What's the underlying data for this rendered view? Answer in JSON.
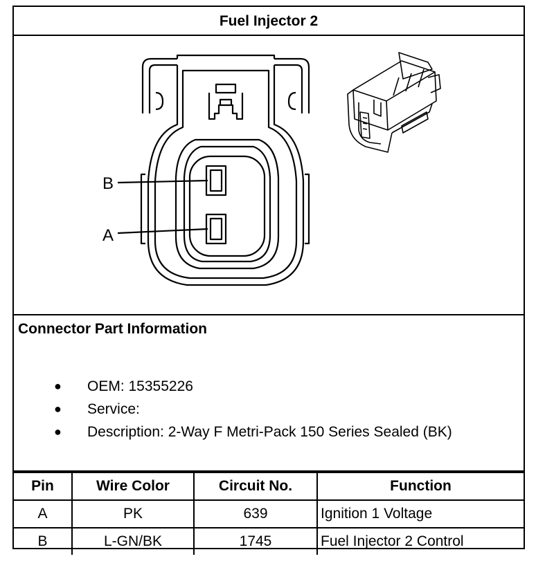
{
  "title": "Fuel Injector 2",
  "drawing": {
    "pin_labels": [
      "B",
      "A"
    ]
  },
  "info": {
    "heading": "Connector Part Information",
    "items": [
      "OEM: 15355226",
      "Service:",
      "Description: 2-Way F Metri-Pack 150 Series Sealed (BK)"
    ],
    "bullet": "●"
  },
  "table": {
    "headers": [
      "Pin",
      "Wire Color",
      "Circuit No.",
      "Function"
    ],
    "rows": [
      [
        "A",
        "PK",
        "639",
        "Ignition 1 Voltage"
      ],
      [
        "B",
        "L-GN/BK",
        "1745",
        "Fuel Injector 2 Control"
      ]
    ]
  }
}
